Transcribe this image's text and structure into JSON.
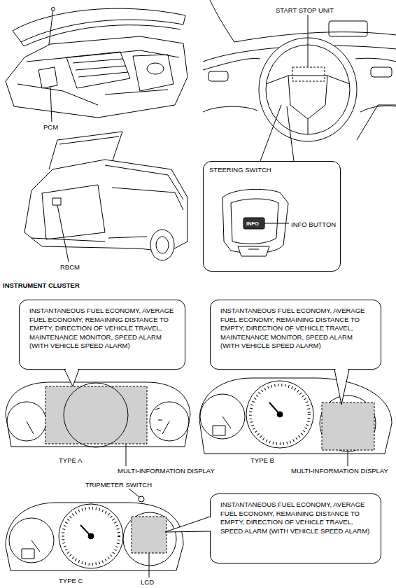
{
  "diagram": {
    "nodes": [
      {
        "text": [
          "STEERING SWITCH",
          "INFO BUTTON"
        ]
      },
      {
        "text": [
          "INSTANTANEOUS FUEL ECONOMY, AVERAGE FUEL ECONOMY, REMAINING DISTANCE TO EMPTY, DIRECTION OF VEHICLE TRAVEL, MAINTENANCE MONITOR, SPEED ALARM (WITH VEHICLE SPEED ALARM)"
        ]
      },
      {
        "text": [
          "INSTANTANEOUS FUEL ECONOMY, AVERAGE FUEL ECONOMY, REMAINING DISTANCE TO EMPTY, DIRECTION OF VEHICLE TRAVEL, MAINTENANCE MONITOR, SPEED ALARM (WITH VEHICLE SPEED ALARM)"
        ]
      },
      {
        "text": [
          "INSTANTANEOUS FUEL ECONOMY, AVERAGE FUEL ECONOMY, REMAINING DISTANCE TO EMPTY, DIRECTION OF VEHICLE TRAVEL, SPEED ALARM (WITH VEHICLE SPEED ALARM)"
        ]
      }
    ],
    "labels": [
      "PCM",
      "START STOP UNIT",
      "RBCM",
      "INFO",
      "INSTRUMENT CLUSTER",
      "TYPE A",
      "MULTI-INFORMATION DISPLAY",
      "TYPE B",
      "MULTI-INFORMATION DISPLAY",
      "TRIPMETER SWITCH",
      "TYPE C",
      "LCD"
    ]
  }
}
